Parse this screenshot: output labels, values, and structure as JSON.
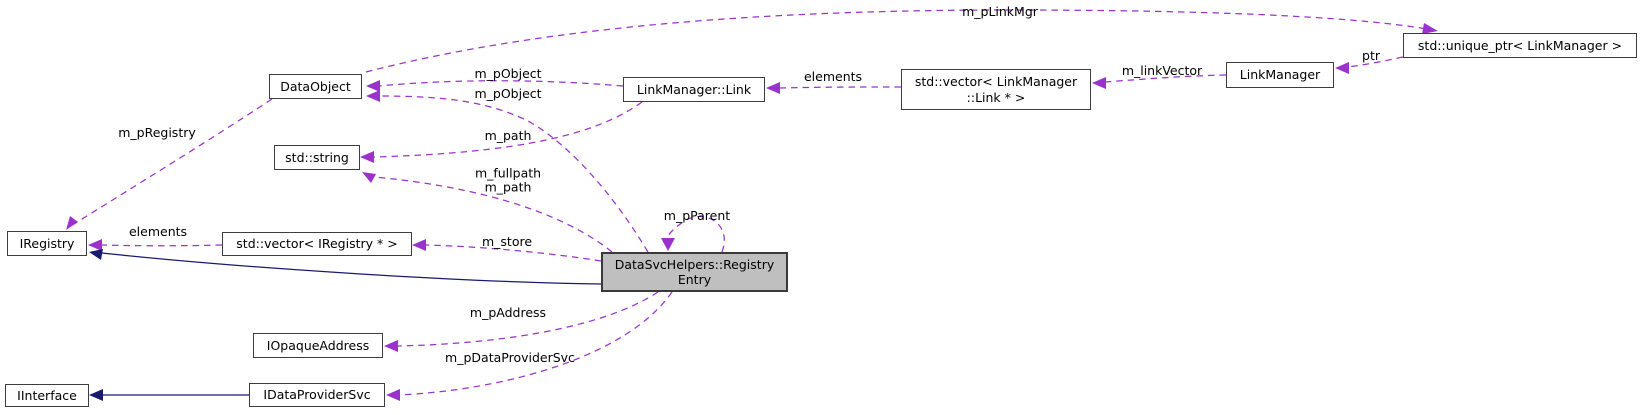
{
  "diagram": {
    "kind": "collaboration-graph",
    "colors": {
      "usage_edge": "#9a32cd",
      "inheritance_edge": "#191970",
      "node_border": "#3d3d3d",
      "node_fill": "#ffffff",
      "focus_node_fill": "#bfbfbf",
      "background": "#ffffff",
      "text": "#000000"
    },
    "nodes": {
      "dataobject": {
        "label": "DataObject"
      },
      "link": {
        "label": "LinkManager::Link"
      },
      "vector_link": {
        "lines": [
          "std::vector< LinkManager",
          "::Link * >"
        ]
      },
      "linkmanager": {
        "label": "LinkManager"
      },
      "unique_ptr": {
        "label": "std::unique_ptr< LinkManager >"
      },
      "string": {
        "label": "std::string"
      },
      "iregistry": {
        "label": "IRegistry"
      },
      "vector_ireg": {
        "label": "std::vector< IRegistry * >"
      },
      "registry_entry": {
        "lines": [
          "DataSvcHelpers::Registry",
          "Entry"
        ]
      },
      "iopaqueaddress": {
        "label": "IOpaqueAddress"
      },
      "iinterface": {
        "label": "IInterface"
      },
      "idataprovidersvc": {
        "label": "IDataProviderSvc"
      }
    },
    "edge_labels": {
      "m_pLinkMgr": "m_pLinkMgr",
      "m_pObject": "m_pObject",
      "elements": "elements",
      "m_linkVector": "m_linkVector",
      "ptr": "ptr",
      "m_path": "m_path",
      "m_fullpath": "m_fullpath",
      "m_pRegistry": "m_pRegistry",
      "m_store": "m_store",
      "m_pParent": "m_pParent",
      "m_pAddress": "m_pAddress",
      "m_pDataProviderSvc": "m_pDataProviderSvc"
    }
  }
}
